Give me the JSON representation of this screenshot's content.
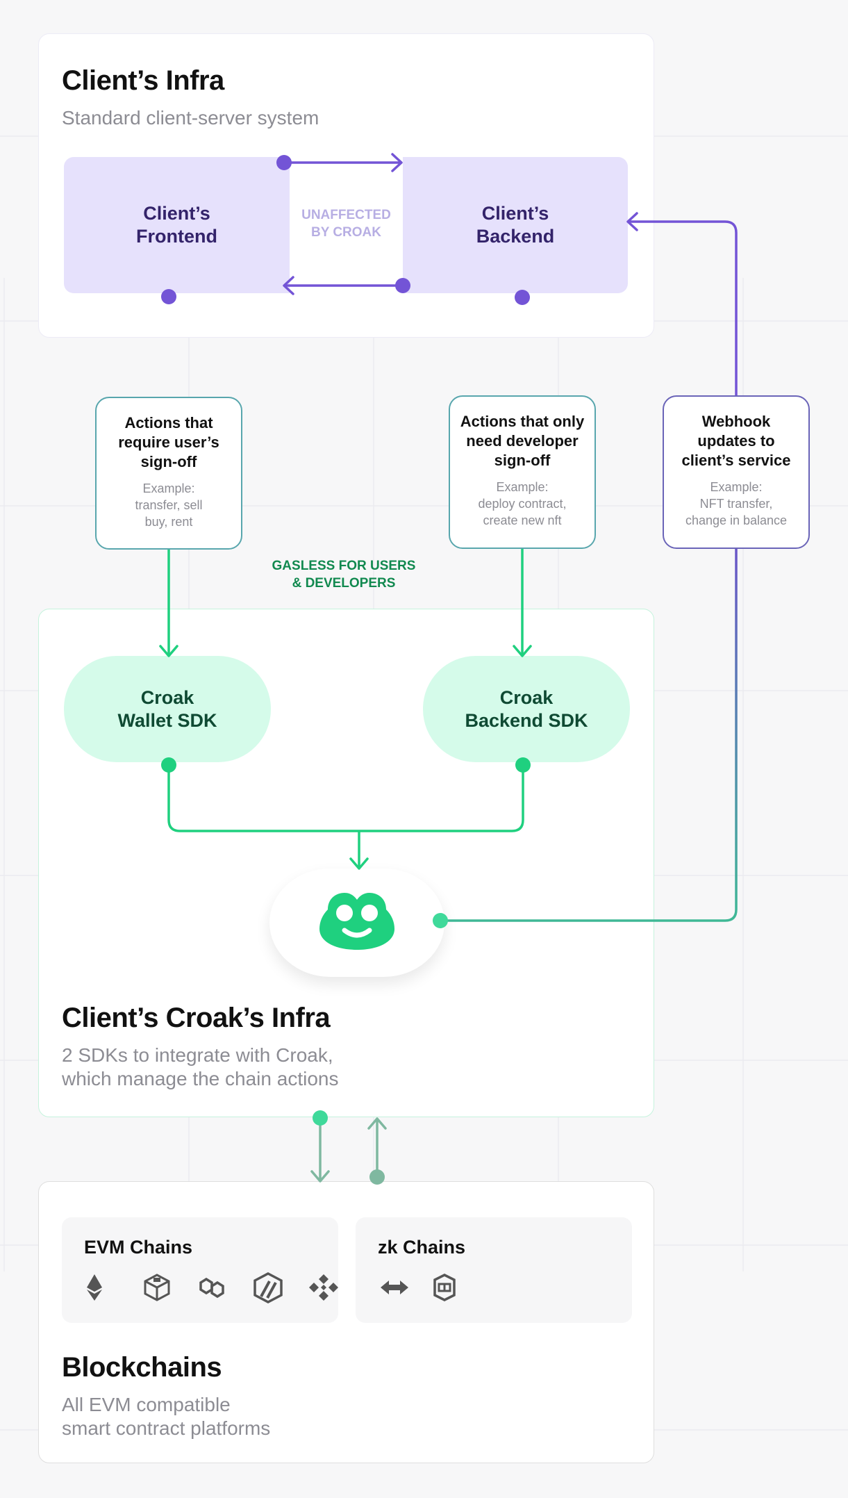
{
  "client_infra": {
    "title": "Client’s Infra",
    "subtitle": "Standard client-server system",
    "frontend": [
      "Client’s",
      "Frontend"
    ],
    "backend": [
      "Client’s",
      "Backend"
    ],
    "unaffected": [
      "UNAFFECTED",
      "BY CROAK"
    ]
  },
  "actions": {
    "user": {
      "title": [
        "Actions that",
        "require user’s",
        "sign-off"
      ],
      "example": [
        "Example:",
        "transfer, sell",
        "buy, rent"
      ]
    },
    "developer": {
      "title": [
        "Actions that only",
        "need developer",
        "sign-off"
      ],
      "example": [
        "Example:",
        "deploy contract,",
        "create new nft"
      ]
    },
    "webhook": {
      "title": [
        "Webhook",
        "updates to",
        "client’s service"
      ],
      "example": [
        "Example:",
        "NFT transfer,",
        "change in balance"
      ]
    }
  },
  "gasless": [
    "GASLESS FOR USERS",
    "& DEVELOPERS"
  ],
  "croak_infra": {
    "title": "Client’s Croak’s Infra",
    "subtitle": [
      "2 SDKs to integrate with Croak,",
      "which manage the chain actions"
    ],
    "wallet_sdk": [
      "Croak",
      "Wallet SDK"
    ],
    "backend_sdk": [
      "Croak",
      "Backend SDK"
    ]
  },
  "blockchains": {
    "title": "Blockchains",
    "subtitle": [
      "All EVM compatible",
      "smart contract platforms"
    ],
    "evm": {
      "title": "EVM Chains",
      "icons": [
        "ethereum-icon",
        "cube-icon",
        "polygon-icon",
        "arbitrum-icon",
        "bnb-icon"
      ]
    },
    "zk": {
      "title": "zk Chains",
      "icons": [
        "zksync-icon",
        "hex-chain-icon"
      ]
    }
  },
  "colors": {
    "purple": "#7354d6",
    "purple_fill": "#e6e1fc",
    "green": "#1fd07f",
    "green_fill": "#d5fbea",
    "teal_border": "#5b9ab5",
    "gray_green": "#7fb8a0"
  }
}
